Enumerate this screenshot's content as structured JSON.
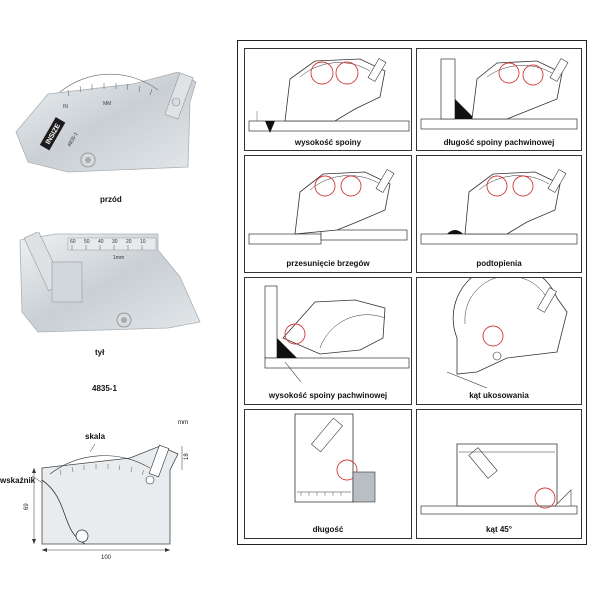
{
  "photos": {
    "front_label": "przód",
    "back_label": "tył",
    "model": "4835-1",
    "brand": "INSIZE",
    "front_in": "IN",
    "front_mm": "MM",
    "front_model_stamp": "4835-1",
    "back_scale_ticks": [
      "60",
      "50",
      "40",
      "30",
      "20",
      "10"
    ],
    "back_unit_note": "1mm"
  },
  "dimension_drawing": {
    "unit_label": "mm",
    "skala_label": "skala",
    "wskaznik_label": "wskaźnik",
    "width_value": "100",
    "height_value": "69",
    "small_value": "18"
  },
  "panels": [
    {
      "caption": "wysokość spoiny"
    },
    {
      "caption": "długość spoiny pachwinowej"
    },
    {
      "caption": "przesunięcie brzegów"
    },
    {
      "caption": "podtopienia"
    },
    {
      "caption": "wysokość spoiny pachwinowej"
    },
    {
      "caption": "kąt ukosowania"
    },
    {
      "caption": "długość"
    },
    {
      "caption": "kąt 45°"
    }
  ],
  "colors": {
    "highlight_circle": "#d33a3a",
    "line": "#333333",
    "plate_fill": "#c9ced3"
  }
}
